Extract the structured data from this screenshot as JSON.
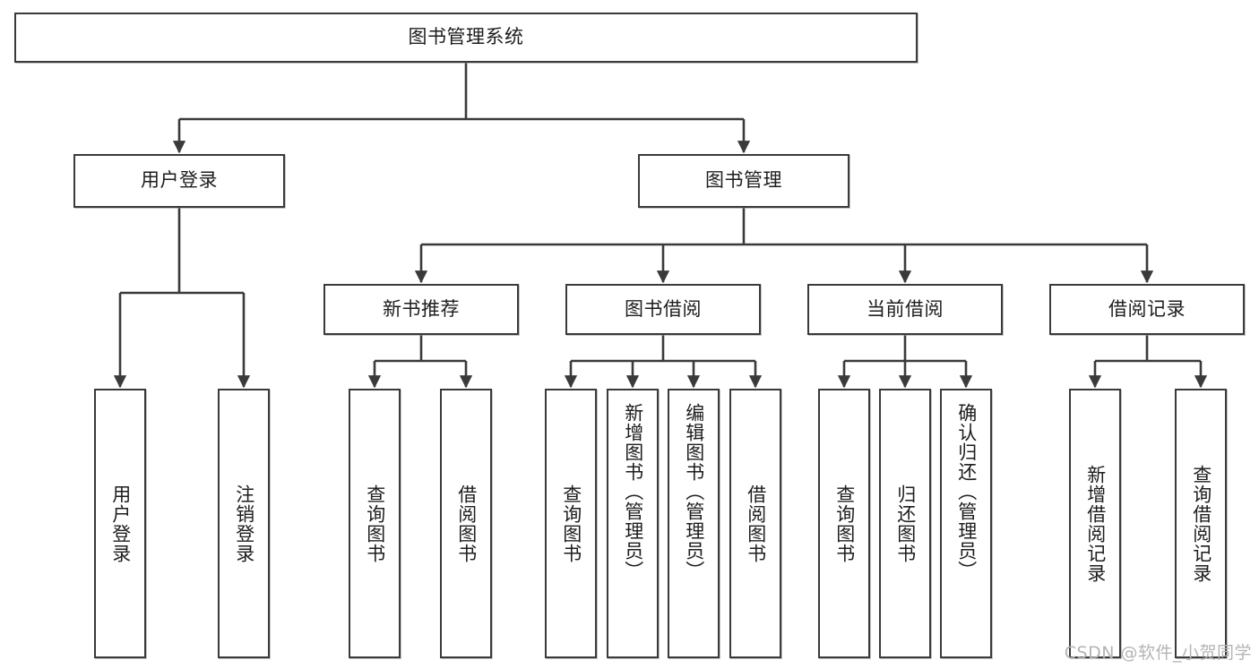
{
  "diagram": {
    "title": "图书管理系统",
    "type": "tree-hierarchy",
    "background_color": "#ffffff",
    "line_color": "#3a3a3a",
    "text_color": "#1d1d1d"
  },
  "nodes": {
    "root": {
      "label": "图书管理系统",
      "level": 0,
      "orientation": "horizontal"
    },
    "l1": [
      {
        "label": "用户登录",
        "level": 1,
        "orientation": "horizontal"
      },
      {
        "label": "图书管理",
        "level": 1,
        "orientation": "horizontal"
      }
    ],
    "l2": [
      {
        "label": "新书推荐",
        "level": 2,
        "orientation": "horizontal"
      },
      {
        "label": "图书借阅",
        "level": 2,
        "orientation": "horizontal"
      },
      {
        "label": "当前借阅",
        "level": 2,
        "orientation": "horizontal"
      },
      {
        "label": "借阅记录",
        "level": 2,
        "orientation": "horizontal"
      }
    ],
    "leaves": [
      {
        "label": "用户登录",
        "parent": "用户登录",
        "orientation": "vertical",
        "align": "middle"
      },
      {
        "label": "注销登录",
        "parent": "用户登录",
        "orientation": "vertical",
        "align": "middle"
      },
      {
        "label": "查询图书",
        "parent": "新书推荐",
        "orientation": "vertical",
        "align": "middle"
      },
      {
        "label": "借阅图书",
        "parent": "新书推荐",
        "orientation": "vertical",
        "align": "middle"
      },
      {
        "label": "查询图书",
        "parent": "图书借阅",
        "orientation": "vertical",
        "align": "middle"
      },
      {
        "label": "新增图书（管理员）",
        "parent": "图书借阅",
        "orientation": "vertical",
        "align": "top"
      },
      {
        "label": "编辑图书（管理员）",
        "parent": "图书借阅",
        "orientation": "vertical",
        "align": "top"
      },
      {
        "label": "借阅图书",
        "parent": "图书借阅",
        "orientation": "vertical",
        "align": "middle"
      },
      {
        "label": "查询图书",
        "parent": "当前借阅",
        "orientation": "vertical",
        "align": "middle"
      },
      {
        "label": "归还图书",
        "parent": "当前借阅",
        "orientation": "vertical",
        "align": "middle"
      },
      {
        "label": "确认归还（管理员）",
        "parent": "当前借阅",
        "orientation": "vertical",
        "align": "top"
      },
      {
        "label": "新增借阅记录",
        "parent": "借阅记录",
        "orientation": "vertical",
        "align": "middle"
      },
      {
        "label": "查询借阅记录",
        "parent": "借阅记录",
        "orientation": "vertical",
        "align": "middle"
      }
    ]
  },
  "watermark": {
    "text": "CSDN @软件_小贺同学"
  }
}
